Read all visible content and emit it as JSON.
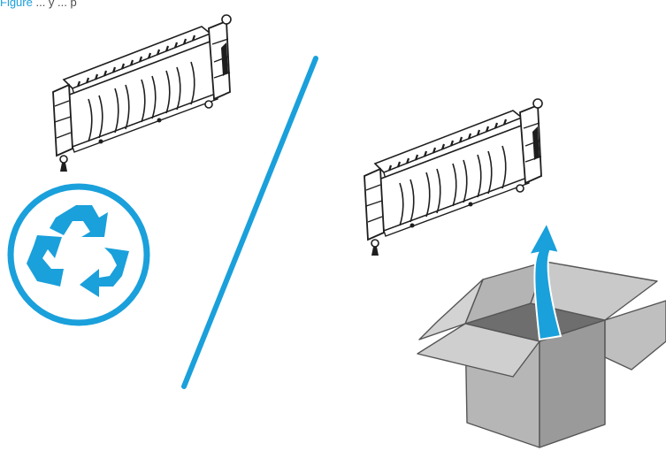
{
  "caption": {
    "figure_label": "Figure",
    "text": "... y ... p"
  },
  "colors": {
    "accent": "#1aa0db",
    "box_light": "#c9c9c9",
    "box_mid": "#b4b4b4",
    "box_dark": "#7a7a7a",
    "outline": "#555555",
    "part_line": "#1e1e1e"
  },
  "icons": {
    "old_part": "fuser-unit-icon",
    "recycle": "recycle-icon",
    "divider": "divider-line",
    "new_part": "fuser-unit-icon",
    "arrow": "curved-up-arrow-icon",
    "box": "open-box-icon"
  }
}
